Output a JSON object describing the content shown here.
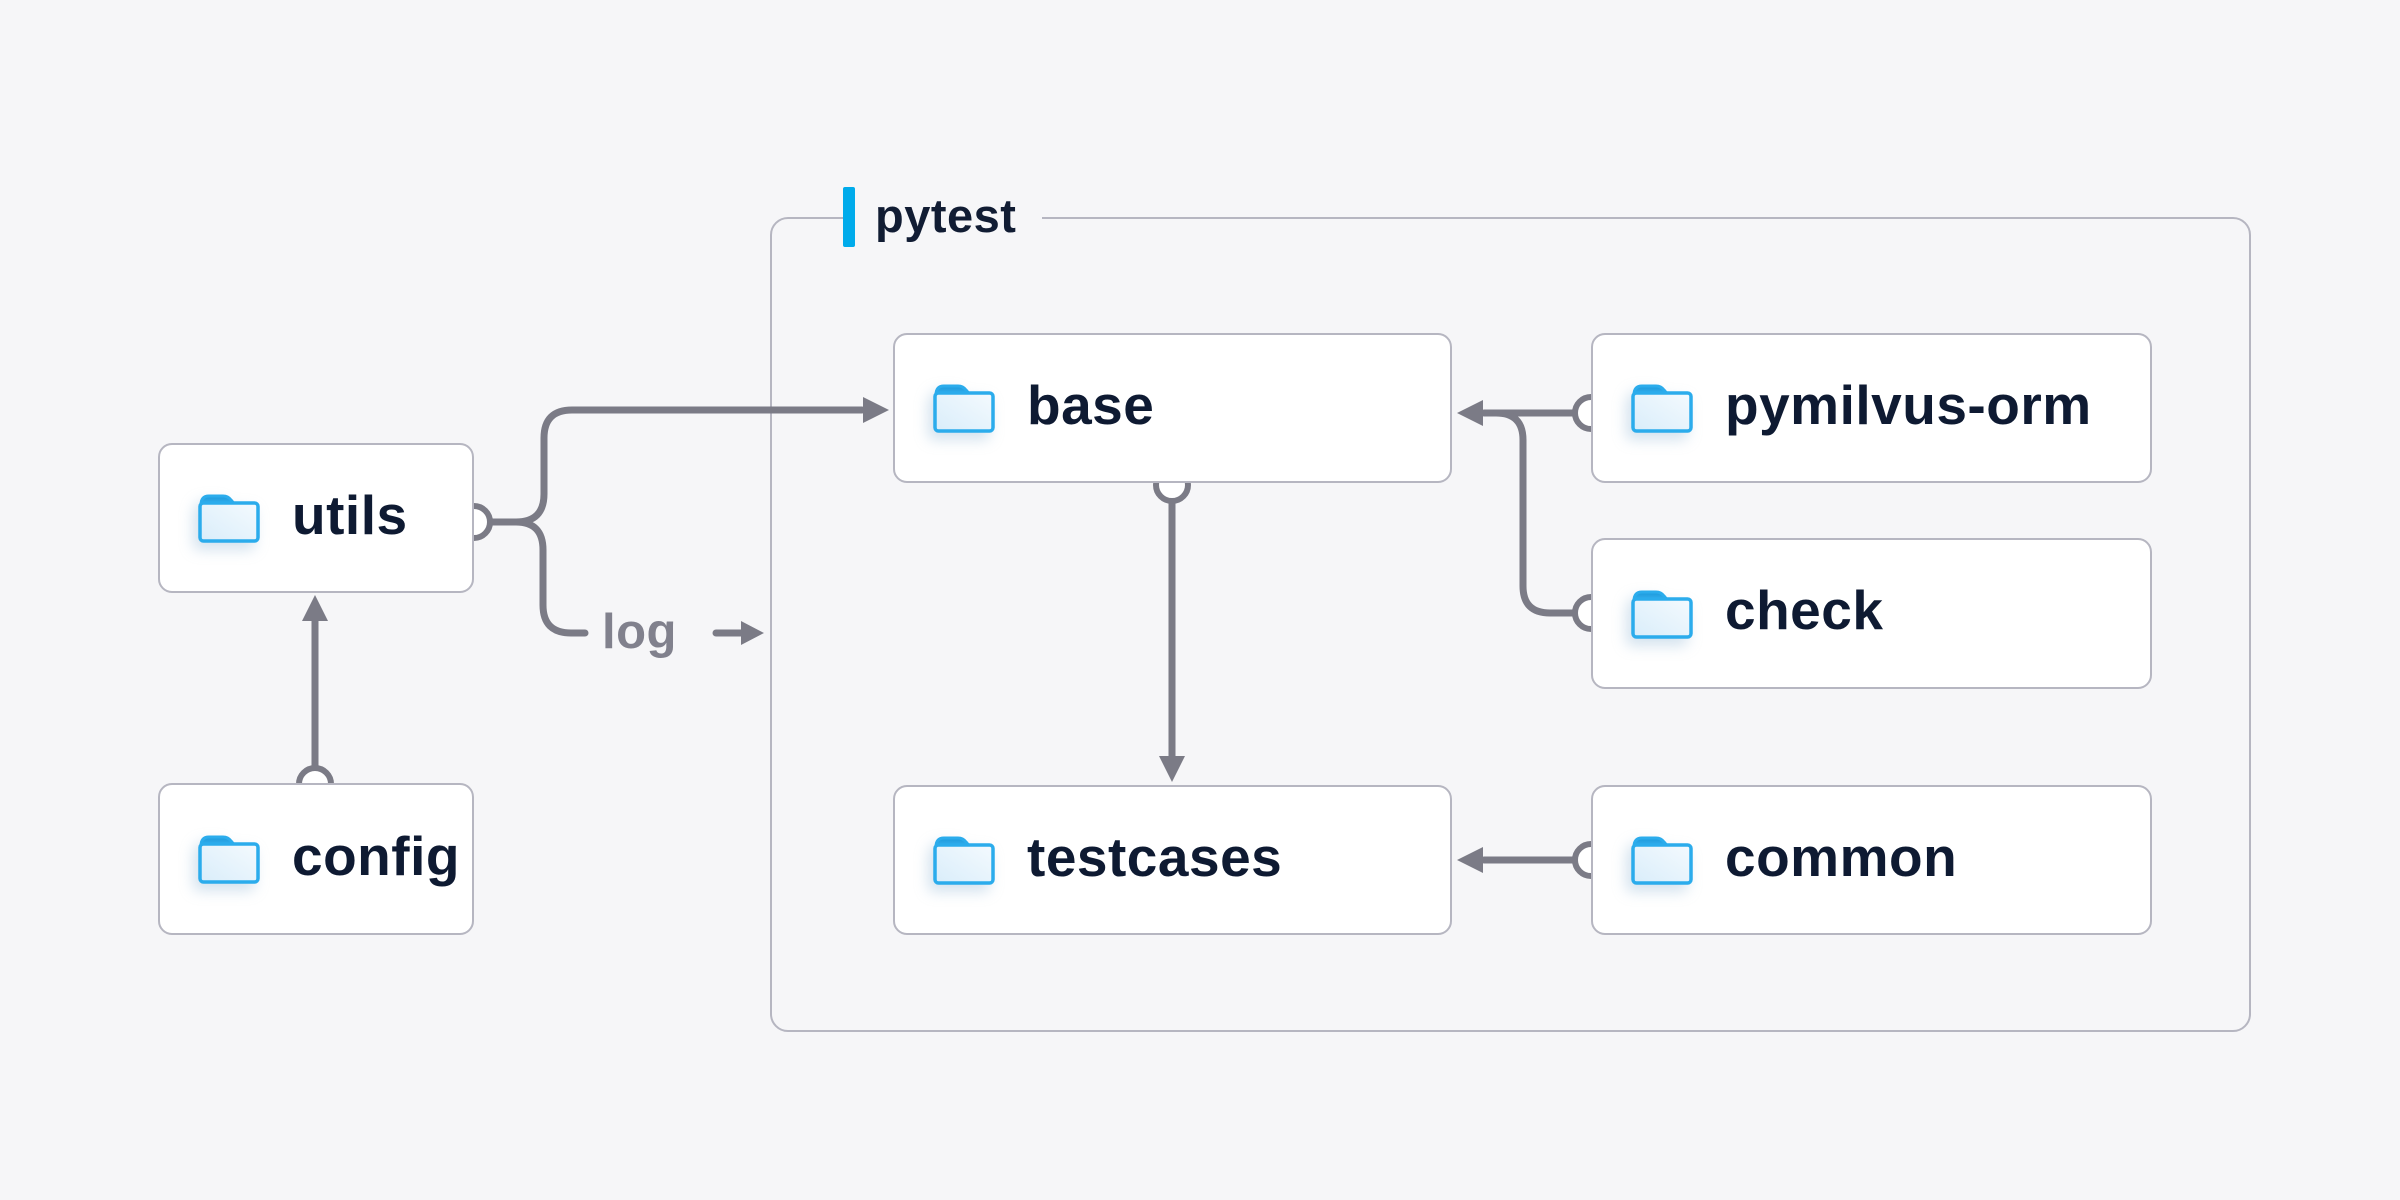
{
  "canvas": {
    "background": "#f6f6f8"
  },
  "colors": {
    "accent_blue": "#00abeb",
    "folder_blue": "#2bacec",
    "folder_tab_dark": "#1b99dc",
    "connector_gray": "#7b7b86",
    "box_border_gray": "#b6b6c1",
    "node_background": "#ffffff",
    "text_navy": "#0e1a32",
    "edge_label_gray": "#81818d"
  },
  "container": {
    "label": "pytest"
  },
  "nodes": [
    {
      "id": "utils",
      "label": "utils",
      "icon": "folder-icon",
      "group": null
    },
    {
      "id": "config",
      "label": "config",
      "icon": "folder-icon",
      "group": null
    },
    {
      "id": "base",
      "label": "base",
      "icon": "folder-icon",
      "group": "pytest"
    },
    {
      "id": "testcases",
      "label": "testcases",
      "icon": "folder-icon",
      "group": "pytest"
    },
    {
      "id": "pymilvus-orm",
      "label": "pymilvus-orm",
      "icon": "folder-icon",
      "group": null
    },
    {
      "id": "check",
      "label": "check",
      "icon": "folder-icon",
      "group": null
    },
    {
      "id": "common",
      "label": "common",
      "icon": "folder-icon",
      "group": null
    }
  ],
  "edges": [
    {
      "from": "config",
      "to": "utils",
      "label": ""
    },
    {
      "from": "utils",
      "to": "base",
      "label": ""
    },
    {
      "from": "utils",
      "to": "pytest",
      "label": "log"
    },
    {
      "from": "pymilvus-orm",
      "to": "base",
      "label": ""
    },
    {
      "from": "check",
      "to": "base",
      "label": ""
    },
    {
      "from": "base",
      "to": "testcases",
      "label": ""
    },
    {
      "from": "common",
      "to": "testcases",
      "label": ""
    }
  ]
}
